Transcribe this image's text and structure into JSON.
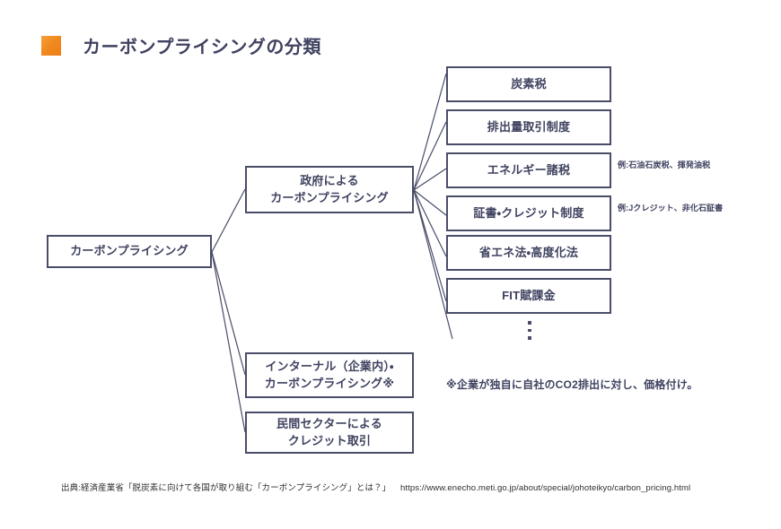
{
  "slide": {
    "title": "カーボンプライシングの分類",
    "bullet_color": "#F08A20",
    "line_color": "#4A4D68",
    "text_color": "#3F4260",
    "background_color": "#FFFFFF"
  },
  "nodes": {
    "root": "カーボンプライシング",
    "government": "政府による\nカーボンプライシング",
    "internal": "インターナル（企業内）・\nカーボンプライシング※",
    "private": "民間セクターによる\nクレジット取引"
  },
  "leaves": [
    {
      "label": "炭素税",
      "example": ""
    },
    {
      "label": "排出量取引制度",
      "example": ""
    },
    {
      "label": "エネルギー諸税",
      "example": "例:石油石炭税、揮発油税"
    },
    {
      "label": "証書・クレジット制度",
      "example": "例:Jクレジット、非化石証書"
    },
    {
      "label": "省エネ法・高度化法",
      "example": ""
    },
    {
      "label": "FIT賦課金",
      "example": ""
    }
  ],
  "examples": [
    "例:石油石炭税、揮発油税",
    "例:Jクレジット、非化石証書"
  ],
  "footnote": "※企業が独自に自社のCO2排出に対し、価格付け。",
  "source": {
    "text": "出典:経済産業省「脱炭素に向けて各国が取り組む「カーボンプライシング」とは？」",
    "url": "https://www.enecho.meti.go.jp/about/special/johoteikyo/carbon_pricing.html"
  }
}
